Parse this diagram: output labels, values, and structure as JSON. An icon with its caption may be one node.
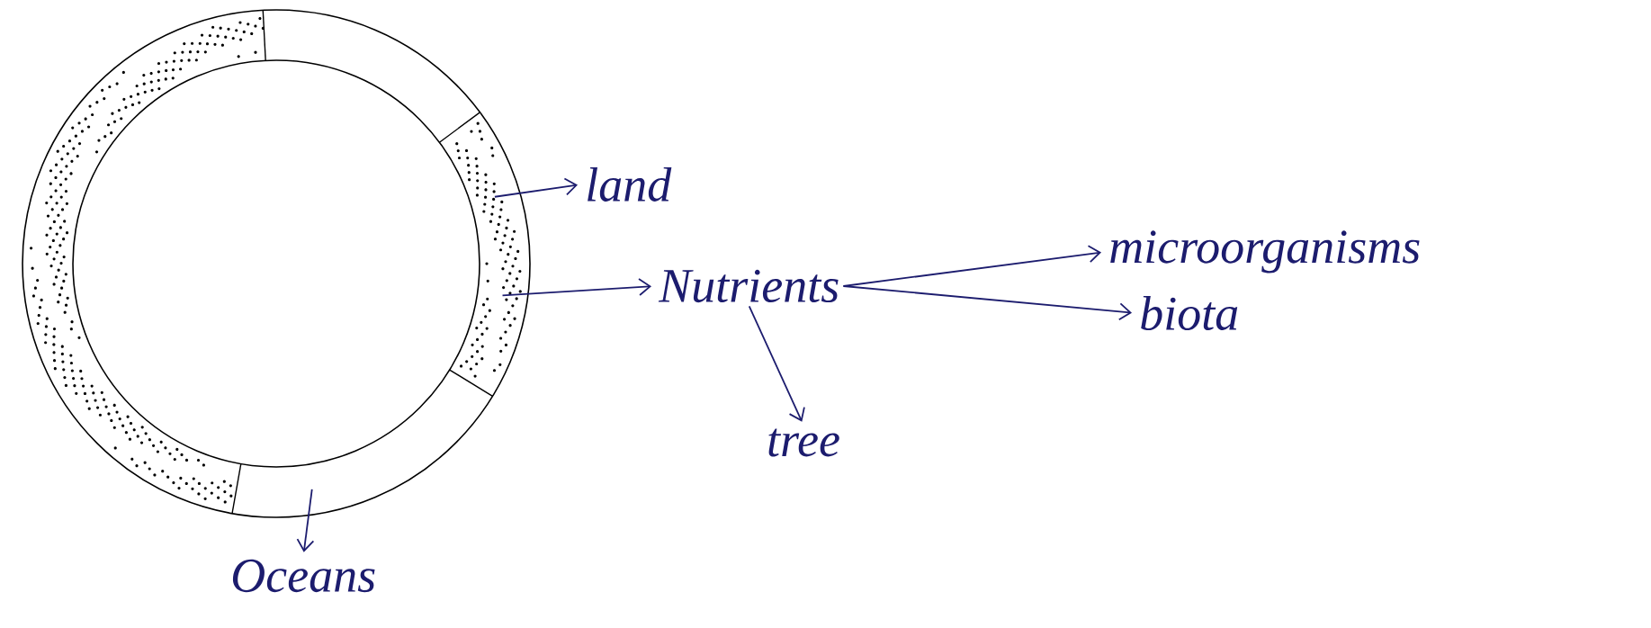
{
  "diagram": {
    "nodes": [
      {
        "text": [],
        "shape": "circle"
      },
      {
        "text": [
          "land"
        ]
      },
      {
        "text": [
          "Nutrients"
        ]
      },
      {
        "text": [
          "microorganisms"
        ]
      },
      {
        "text": [
          "biota"
        ]
      },
      {
        "text": [
          "tree"
        ]
      },
      {
        "text": [
          "Oceans"
        ]
      }
    ],
    "edges": [
      {
        "from": 0,
        "to": 1,
        "arrow": "to"
      },
      {
        "from": 0,
        "to": 2,
        "arrow": "to"
      },
      {
        "from": 0,
        "to": 6,
        "arrow": "to"
      },
      {
        "from": 2,
        "to": 3,
        "arrow": "to"
      },
      {
        "from": 2,
        "to": 4,
        "arrow": "to"
      },
      {
        "from": 2,
        "to": 5,
        "arrow": "to"
      }
    ]
  }
}
